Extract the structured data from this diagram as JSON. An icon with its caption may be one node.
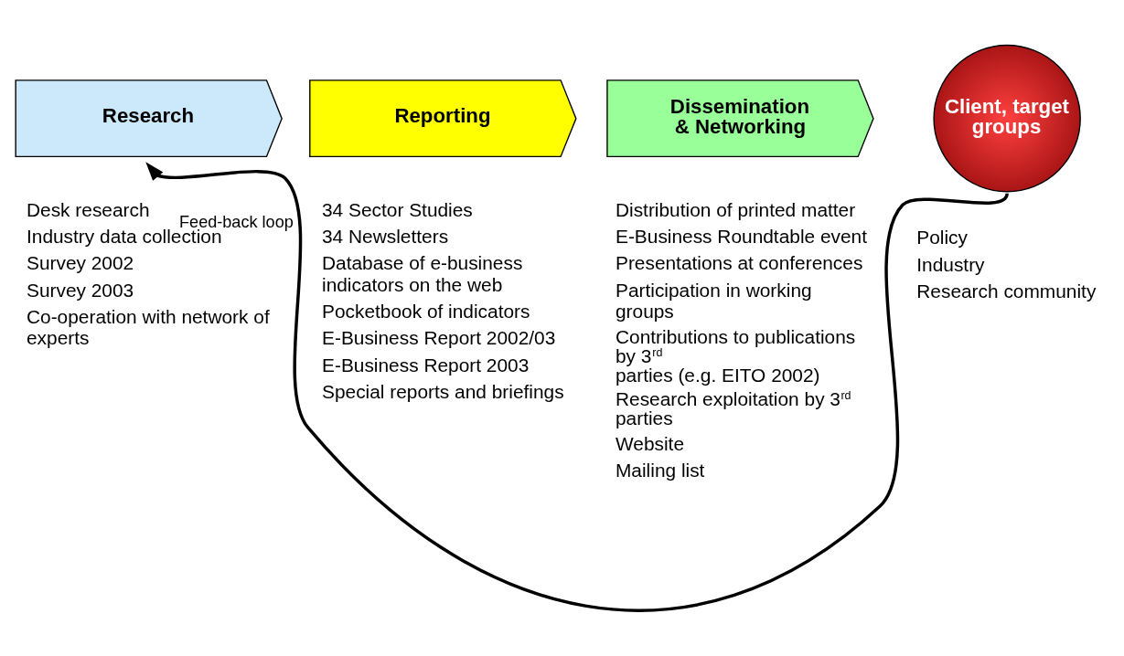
{
  "diagram": {
    "nodes": [
      {
        "text": [
          "Research"
        ],
        "beside": [
          "Desk research",
          "Industry data collection",
          "Survey 2002",
          "Survey 2003",
          "Co-operation with network of experts"
        ]
      },
      {
        "text": [
          "Reporting"
        ],
        "beside": [
          "34 Sector Studies",
          "34 Newsletters",
          "Database of e-business indicators on the web",
          "Pocketbook of indicators",
          "E-Business Report 2002/03",
          "E-Business Report 2003",
          "Special reports and briefings"
        ]
      },
      {
        "text": [
          "Dissemination & Networking"
        ],
        "beside": [
          "Distribution of printed matter",
          "E-Business Roundtable event",
          "Presentations at conferences",
          "Participation in working groups",
          "Contributions to publications by 3$^{rd}$ parties (e.g. EITO 2002)",
          "Research exploitation by 3$^{rd}$ parties",
          "Website",
          "Mailing list"
        ]
      },
      {
        "text": [
          "Client, target groups"
        ],
        "beside": [
          "Policy",
          "Industry",
          "Research community"
        ]
      }
    ],
    "edges": [
      {
        "from": 3,
        "to": 0,
        "arrow": "to",
        "label": "Feed-back loop"
      }
    ]
  }
}
